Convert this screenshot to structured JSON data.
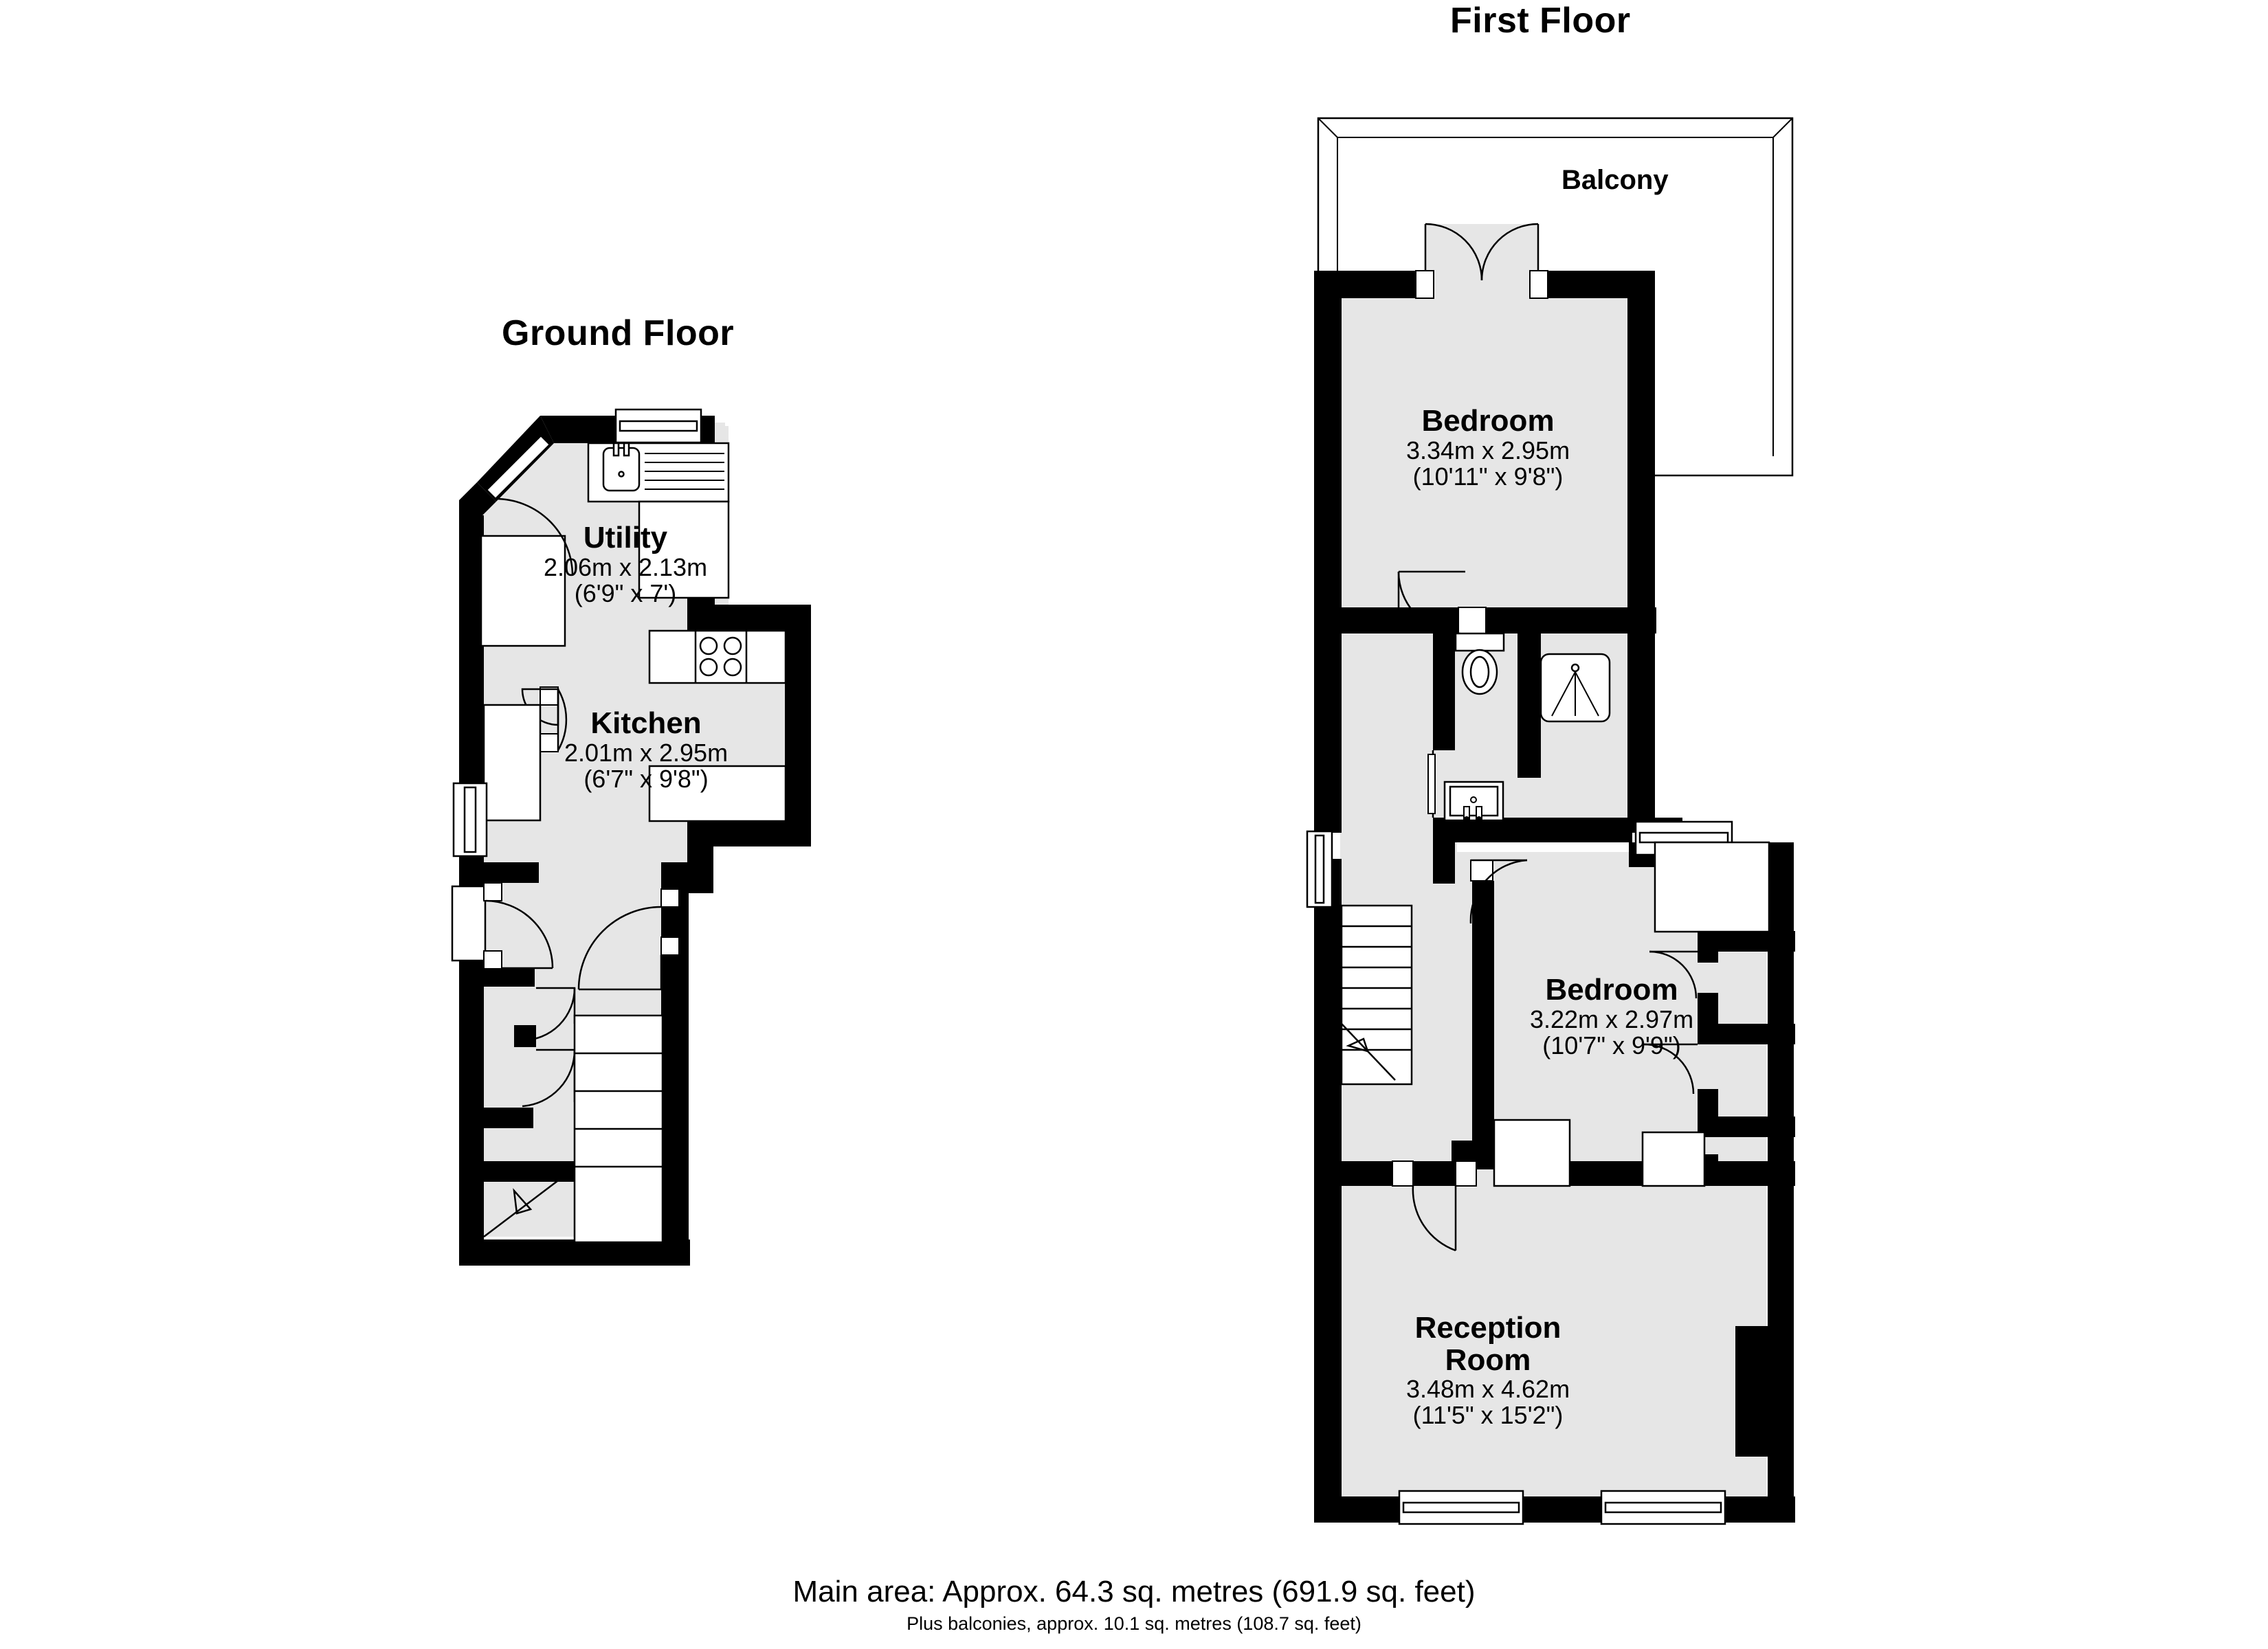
{
  "document": {
    "type": "floorplan",
    "background_color": "#ffffff",
    "wall_color": "#000000",
    "room_fill_color": "#e6e6e6",
    "line_color": "#000000"
  },
  "floors": [
    {
      "id": "ground",
      "title": "Ground Floor",
      "rooms": [
        {
          "name": "Utility",
          "dim_metric": "2.06m x 2.13m",
          "dim_imperial": "(6'9\" x 7')",
          "fixtures": [
            "sink-with-drainer",
            "window",
            "angled-entrance-door"
          ]
        },
        {
          "name": "Kitchen",
          "dim_metric": "2.01m x 2.95m",
          "dim_imperial": "(6'7\" x 9'8\")",
          "fixtures": [
            "hob-four-burner",
            "counter-units",
            "window",
            "door"
          ]
        }
      ],
      "unlabeled_spaces": [
        "hallway",
        "staircase-up",
        "under-stair-cupboard"
      ]
    },
    {
      "id": "first",
      "title": "First Floor",
      "rooms": [
        {
          "name": "Bedroom",
          "dim_metric": "3.34m x 2.95m",
          "dim_imperial": "(10'11\" x 9'8\")",
          "fixtures": [
            "french-doors-to-balcony",
            "door"
          ]
        },
        {
          "name": "Bedroom",
          "dim_metric": "3.22m x 2.97m",
          "dim_imperial": "(10'7\" x 9'9\")",
          "fixtures": [
            "three-cupboards",
            "window",
            "door"
          ]
        },
        {
          "name": "Reception Room",
          "dim_metric": "3.48m x 4.62m",
          "dim_imperial": "(11'5\" x 15'2\")",
          "fixtures": [
            "two-windows",
            "chimney-breast",
            "door"
          ]
        }
      ],
      "outdoor": {
        "name": "Balcony"
      },
      "unlabeled_spaces": [
        "bathroom-wc-shower-basin",
        "landing",
        "staircase-down"
      ]
    }
  ],
  "footer": {
    "main_area": "Main area: Approx. 64.3 sq. metres (691.9 sq. feet)",
    "balcony_area": "Plus balconies, approx. 10.1 sq. metres (108.7 sq. feet)"
  }
}
